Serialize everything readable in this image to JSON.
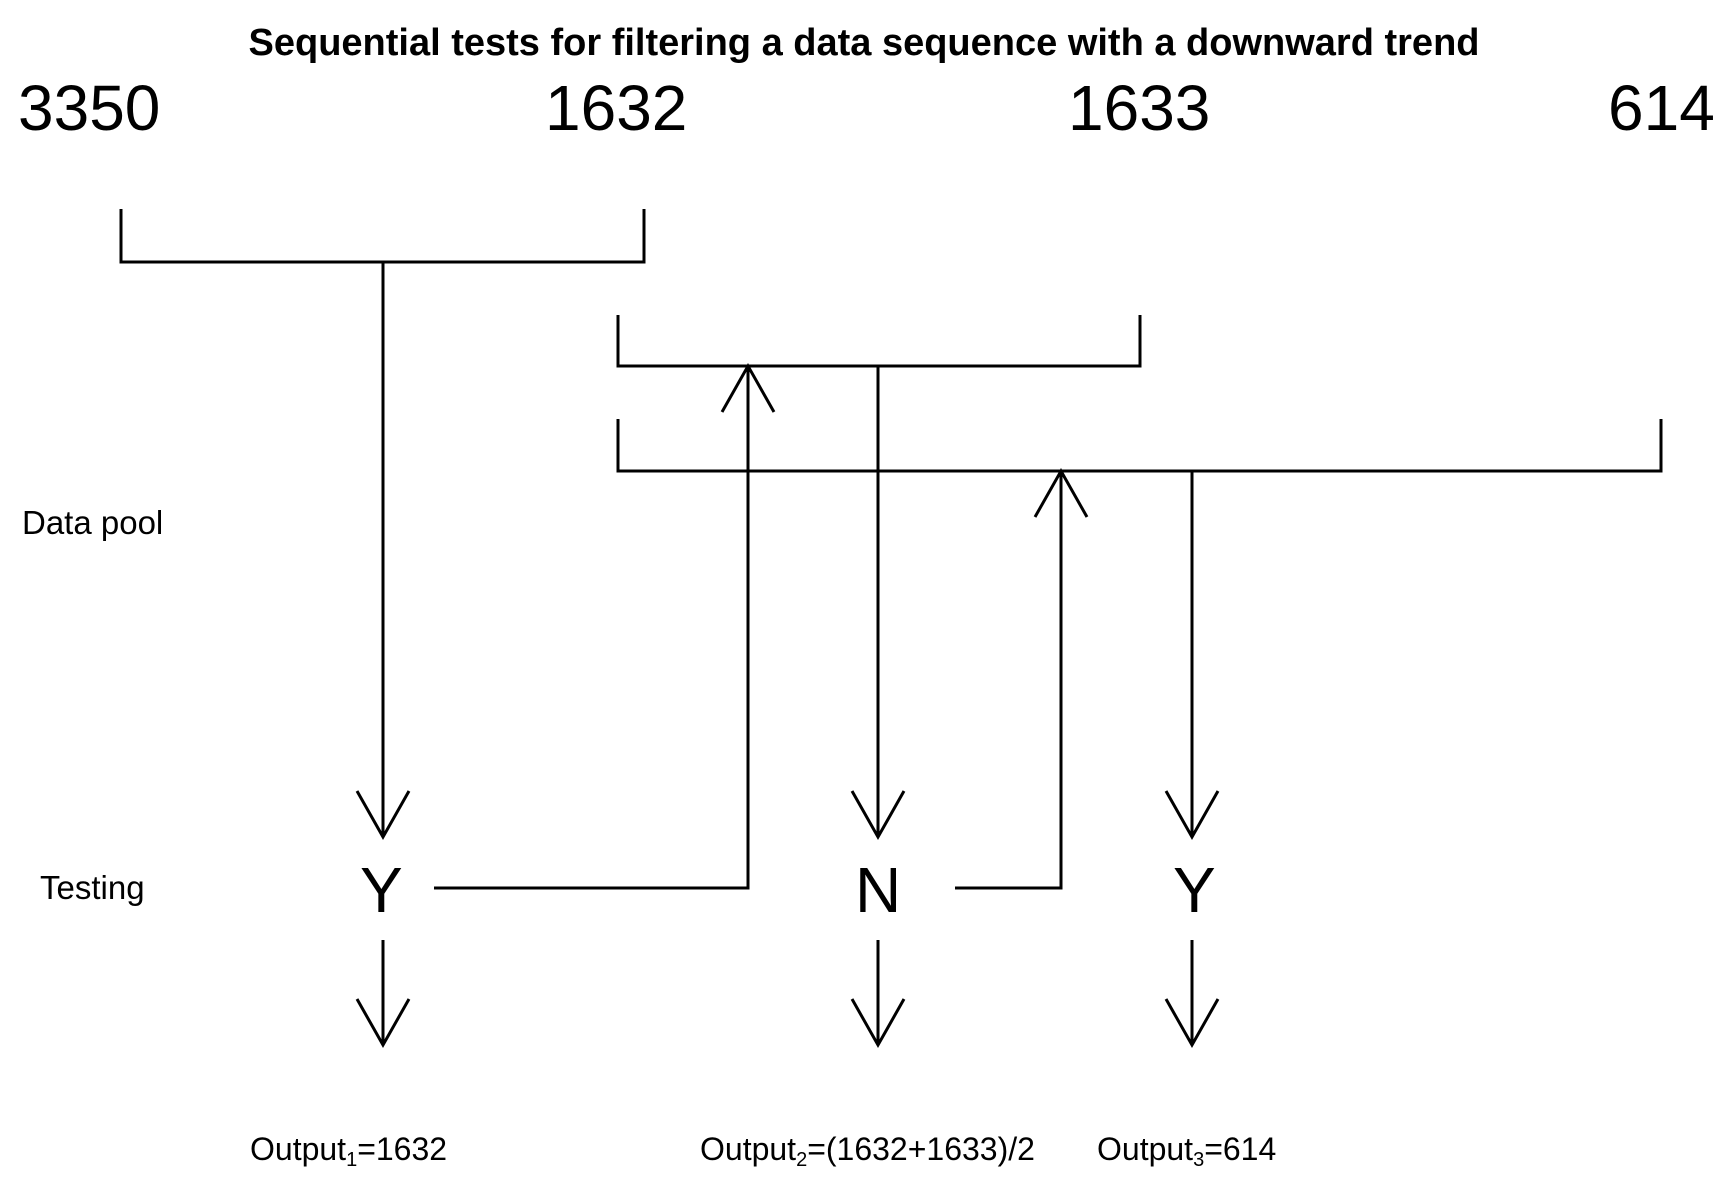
{
  "title": "Sequential tests for filtering a data sequence with a downward trend",
  "sequence": [
    "3350",
    "1632",
    "1633",
    "614"
  ],
  "row_labels": {
    "pool": "Data pool",
    "testing": "Testing"
  },
  "tests": [
    {
      "result": "Y",
      "output_label": "Output",
      "output_index": "1",
      "output_value": "=1632"
    },
    {
      "result": "N",
      "output_label": "Output",
      "output_index": "2",
      "output_value": "=(1632+1633)/2"
    },
    {
      "result": "Y",
      "output_label": "Output",
      "output_index": "3",
      "output_value": "=614"
    }
  ]
}
